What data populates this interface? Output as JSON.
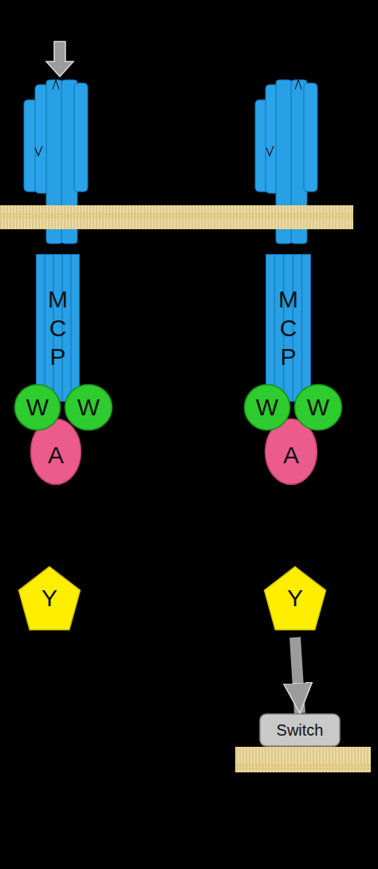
{
  "diagram": {
    "nodes": [
      {
        "text": [
          "M C P"
        ]
      },
      {
        "text": [
          "M C P"
        ]
      },
      {
        "text": [
          "W"
        ]
      },
      {
        "text": [
          "W"
        ]
      },
      {
        "text": [
          "W"
        ]
      },
      {
        "text": [
          "W"
        ]
      },
      {
        "text": [
          "A"
        ]
      },
      {
        "text": [
          "A"
        ]
      },
      {
        "text": [
          "Y"
        ]
      },
      {
        "text": [
          "Y"
        ]
      },
      {
        "text": [
          "Switch"
        ]
      }
    ],
    "edges": [
      {
        "from": 9,
        "to": 10,
        "arrow": "to"
      }
    ]
  }
}
